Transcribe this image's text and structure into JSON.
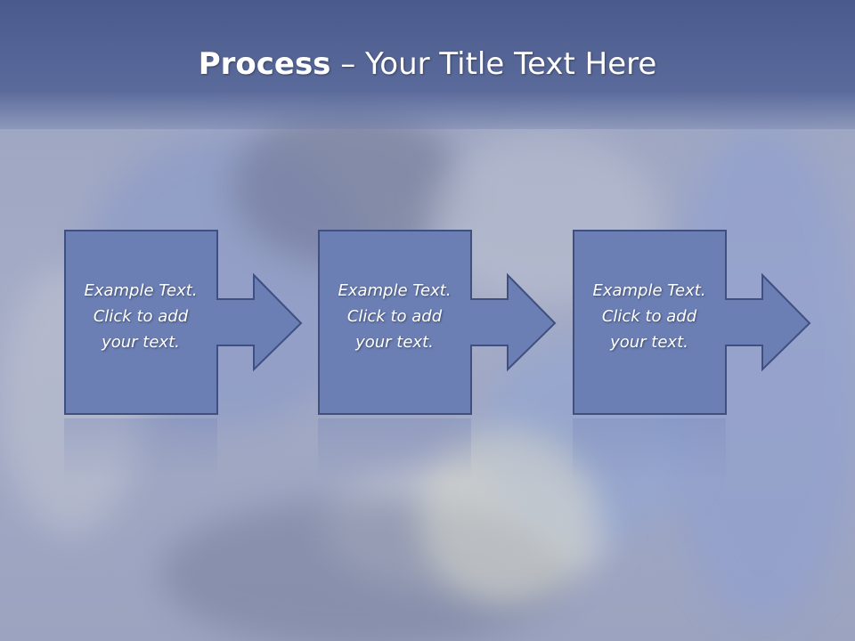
{
  "title": {
    "bold": "Process",
    "rest": " – Your Title Text Here"
  },
  "steps": [
    {
      "text": "Example Text.\nClick  to add\nyour text."
    },
    {
      "text": "Example Text.\nClick  to add\nyour text."
    },
    {
      "text": "Example Text.\nClick  to add\nyour text."
    }
  ],
  "colors": {
    "box_fill": "#6b7fb5",
    "box_border": "#3f4f80",
    "title_bar": "#54649a"
  }
}
